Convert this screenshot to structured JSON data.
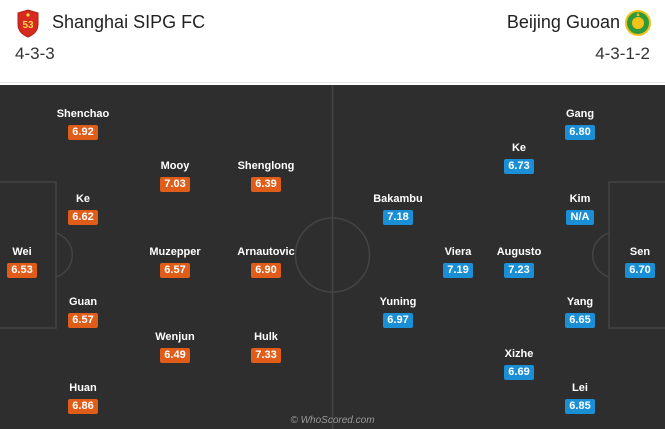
{
  "home": {
    "name": "Shanghai SIPG FC",
    "formation": "4-3-3",
    "crest_icon": "shanghai-sipg-crest-icon",
    "color": "#e05c19",
    "players": [
      {
        "name": "Shenchao",
        "rating": "6.92"
      },
      {
        "name": "Mooy",
        "rating": "7.03"
      },
      {
        "name": "Shenglong",
        "rating": "6.39"
      },
      {
        "name": "Ke",
        "rating": "6.62"
      },
      {
        "name": "Wei",
        "rating": "6.53"
      },
      {
        "name": "Muzepper",
        "rating": "6.57"
      },
      {
        "name": "Arnautovic",
        "rating": "6.90"
      },
      {
        "name": "Guan",
        "rating": "6.57"
      },
      {
        "name": "Wenjun",
        "rating": "6.49"
      },
      {
        "name": "Hulk",
        "rating": "7.33"
      },
      {
        "name": "Huan",
        "rating": "6.86"
      }
    ]
  },
  "away": {
    "name": "Beijing Guoan",
    "formation": "4-3-1-2",
    "crest_icon": "beijing-guoan-crest-icon",
    "color": "#1b8fd6",
    "players": [
      {
        "name": "Gang",
        "rating": "6.80"
      },
      {
        "name": "Ke",
        "rating": "6.73"
      },
      {
        "name": "Bakambu",
        "rating": "7.18"
      },
      {
        "name": "Kim",
        "rating": "N/A"
      },
      {
        "name": "Viera",
        "rating": "7.19"
      },
      {
        "name": "Augusto",
        "rating": "7.23"
      },
      {
        "name": "Sen",
        "rating": "6.70"
      },
      {
        "name": "Yuning",
        "rating": "6.97"
      },
      {
        "name": "Yang",
        "rating": "6.65"
      },
      {
        "name": "Xizhe",
        "rating": "6.69"
      },
      {
        "name": "Lei",
        "rating": "6.85"
      }
    ]
  },
  "watermark": "© WhoScored.com"
}
